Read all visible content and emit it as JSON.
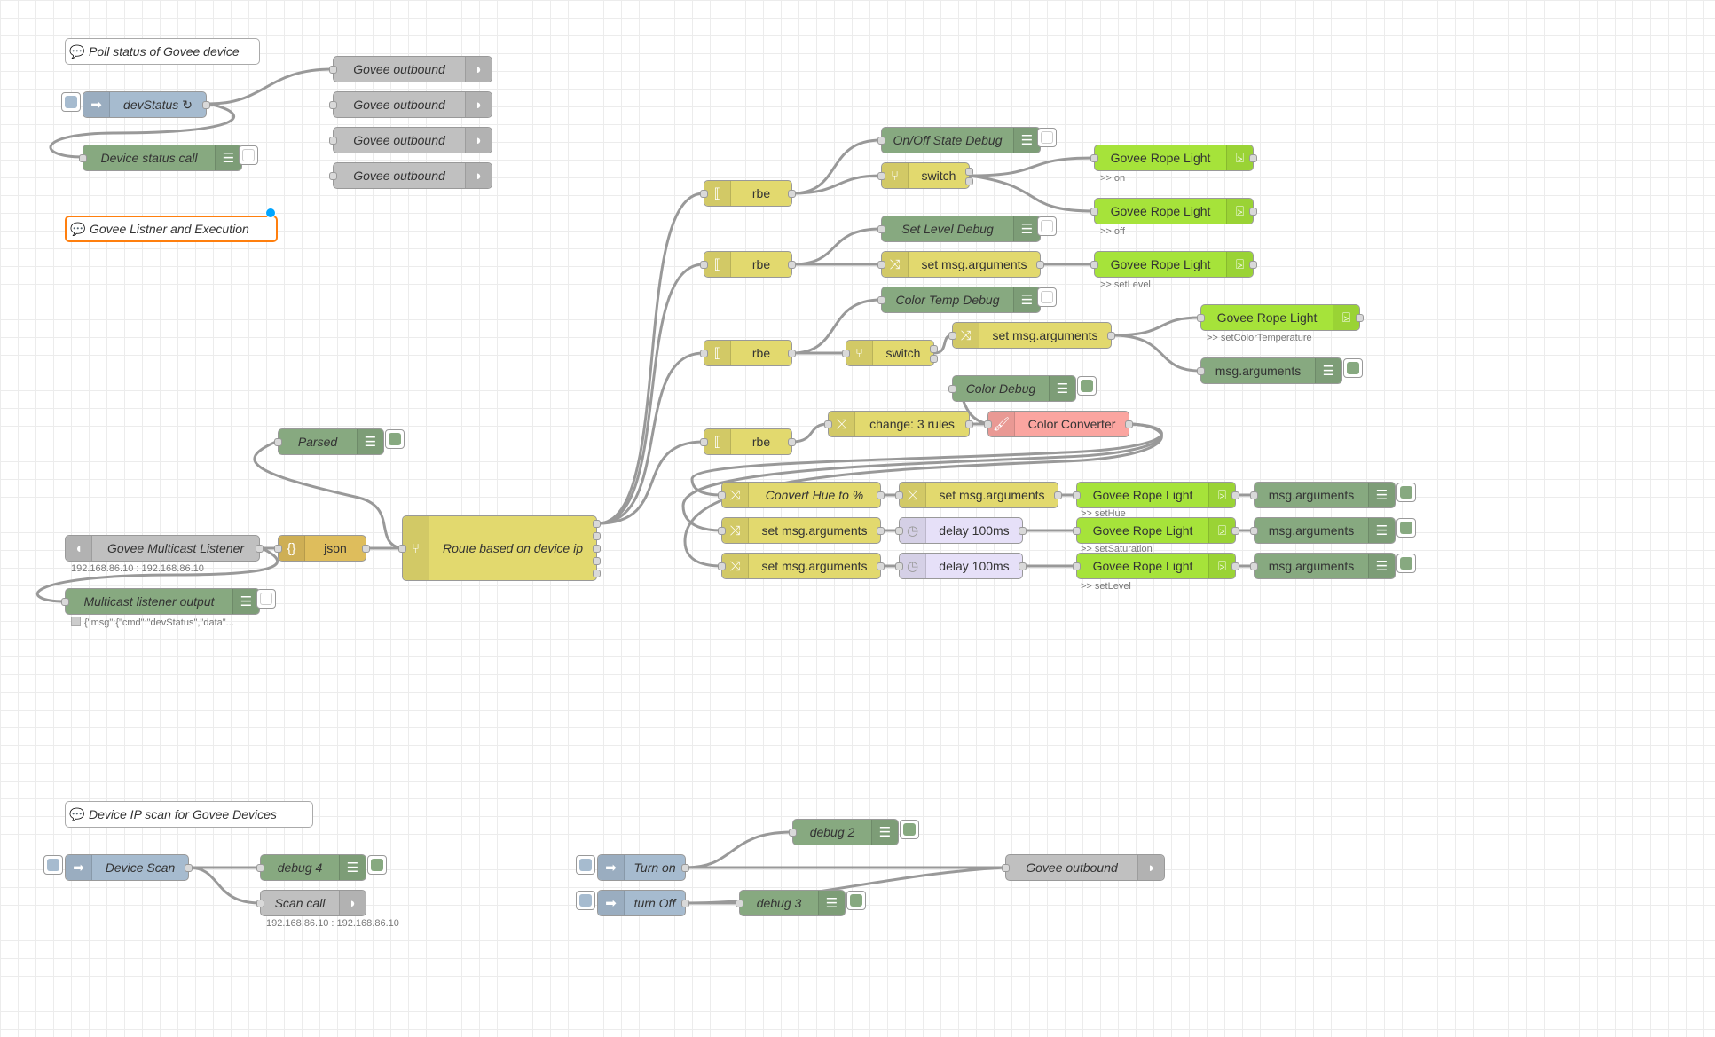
{
  "colors": {
    "debug": "#87a980",
    "inject": "#a6bbcf",
    "function": "#e2d96e",
    "parser": "#debd5c",
    "udp": "#c0c0c0",
    "govee": "#a6e33a",
    "converter": "#fba5a0",
    "delay": "#e6e0f8",
    "selection": "#ff7f0e"
  },
  "comments": {
    "poll": "Poll status of Govee device",
    "listener": "Govee Listner and Execution",
    "scan": "Device IP scan for Govee Devices"
  },
  "nodes": {
    "devstatus": "devStatus ↻",
    "device_status_call": "Device status call",
    "govee_outbound": "Govee outbound",
    "parsed": "Parsed",
    "multicast_listener": "Govee Multicast Listener",
    "json": "json",
    "route": "Route based on device ip",
    "multicast_output": "Multicast listener output",
    "rbe": "rbe",
    "onoff_debug": "On/Off State Debug",
    "switch": "switch",
    "govee_rope_light": "Govee Rope Light",
    "set_level_debug": "Set Level Debug",
    "set_msg_arguments": "set msg.arguments",
    "color_temp_debug": "Color Temp Debug",
    "msg_arguments": "msg.arguments",
    "color_debug": "Color Debug",
    "change_rules": "change: 3 rules",
    "color_converter": "Color Converter",
    "convert_hue": "Convert Hue to %",
    "delay": "delay 100ms",
    "device_scan": "Device Scan",
    "debug4": "debug 4",
    "scan_call": "Scan call",
    "turn_on": "Turn on",
    "turn_off": "turn Off",
    "debug2": "debug 2",
    "debug3": "debug 3"
  },
  "status": {
    "ip": "192.168.86.10 : 192.168.86.10",
    "msg_output": "{\"msg\":{\"cmd\":\"devStatus\",\"data\"...",
    "on": ">> on",
    "off": ">> off",
    "setlevel": ">> setLevel",
    "setcolortemp": ">> setColorTemperature",
    "sethue": ">> setHue",
    "setsaturation": ">> setSaturation"
  },
  "icons": {
    "inject": "arrow-right-icon",
    "debug": "list-icon",
    "udp": "wifi-icon",
    "switch": "fork-icon",
    "change": "shuffle-icon",
    "rbe": "bracket-icon",
    "json": "braces-icon",
    "govee": "terminal-icon",
    "delay": "clock-icon",
    "converter": "paint-brush-icon"
  }
}
